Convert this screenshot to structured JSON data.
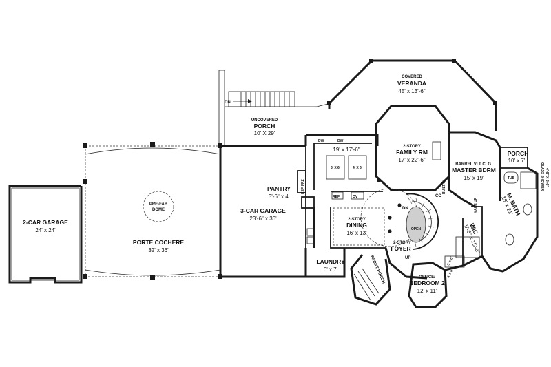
{
  "labels": {
    "garage2_name": "2-CAR GARAGE",
    "garage2_dim": "24' x 24'",
    "porte_name": "PORTE COCHERE",
    "porte_dim": "32' x 36'",
    "dome_line1": "PRE-FAB",
    "dome_line2": "DOME",
    "garage3_name": "3-CAR GARAGE",
    "garage3_dim": "23'-6\" x 36'",
    "porch_unc_line1": "UNCOVERED",
    "porch_unc_line2": "PORCH",
    "porch_unc_dim": "10' X 29'",
    "dn_stair": "DN",
    "kitchen_dim": "19' x 17'-6\"",
    "island1": "3' X 6'",
    "island2": "4' X 6'",
    "dw_left": "DW",
    "dw_right": "DW",
    "frz": "FRZ",
    "ref_kitchen": "REF",
    "ref_lower": "REF",
    "ov": "OV",
    "pantry_name": "PANTRY",
    "pantry_dim": "3'-6\" x 4'",
    "dining_line1": "2-STORY",
    "dining_line2": "DINING",
    "dining_dim": "16' x 13'",
    "laundry_name": "LAUNDRY",
    "laundry_dim": "6' x 7'",
    "veranda_line1": "COVERED",
    "veranda_line2": "VERANDA",
    "veranda_dim": "45' x 13'-6\"",
    "family_line1": "2-STORY",
    "family_line2": "FAMILY RM",
    "family_dim": "17' x 22'-6\"",
    "built_in": "BUILT-IN",
    "foyer_dn": "DN",
    "open": "OPEN",
    "foyer_line1": "2-STORY",
    "foyer_line2": "FOYER",
    "foyer_up": "UP",
    "front_porch": "FRONT PORCH",
    "master_line1": "BARREL VLT CLG.",
    "master_line2": "MASTER BDRM",
    "master_dim": "15' x 19'",
    "cc": "CC",
    "porch_small_name": "PORCH",
    "porch_small_dim": "10' x 7'",
    "tub": "TUB",
    "glass_line1": "GLASS SHOWER",
    "glass_line2": "4'-6\" X 3'-6\"",
    "mbath_name": "M. BATH",
    "mbath_dim": "18' x 21'",
    "makeup": "MAKE UP",
    "wic_name": "WIC",
    "wic_dim": "9'-6\" x 15'-6\"",
    "closet_a": "5' x 6'",
    "closet_b": "4' x 6'",
    "bed2_line1": "OFFICE/",
    "bed2_line2": "BEDROOM 2",
    "bed2_dim": "12' x 11'"
  }
}
